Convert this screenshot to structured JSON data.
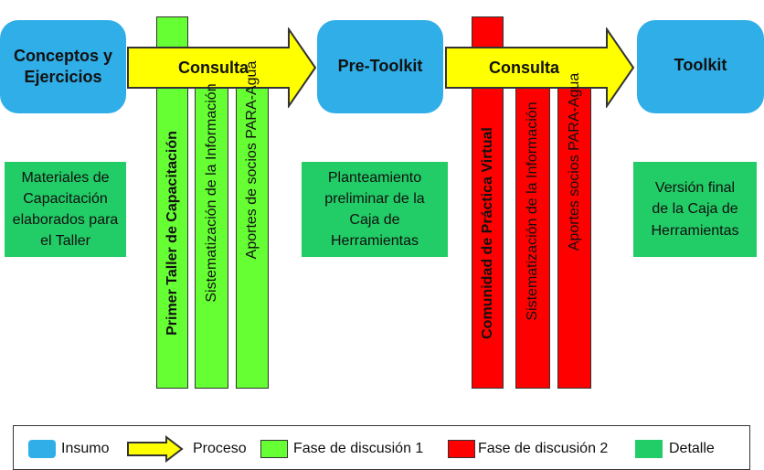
{
  "nodes": {
    "conceptos": "Conceptos y Ejercicios",
    "pretoolkit": "Pre-Toolkit",
    "toolkit": "Toolkit"
  },
  "arrows": {
    "consulta1": "Consulta",
    "consulta2": "Consulta"
  },
  "details": {
    "d1": "Materiales de Capacitación elaborados para el Taller",
    "d2": "Planteamiento preliminar de la Caja de Herramientas",
    "d3": "Versión final de la Caja de Herramientas"
  },
  "phase1": {
    "bar1": "Primer Taller de Capacitación",
    "bar2": "Sistematización de la Información",
    "bar3": "Aportes de socios PARA-Agua"
  },
  "phase2": {
    "bar1": "Comunidad de Práctica Virtual",
    "bar2": "Sistematización de la Información",
    "bar3": "Aportes socios PARA-Agua"
  },
  "legend": {
    "insumo": "Insumo",
    "proceso": "Proceso",
    "fase1": "Fase de discusión 1",
    "fase2": "Fase de discusión 2",
    "detalle": "Detalle"
  },
  "colors": {
    "insumo": "#2FAEE8",
    "proceso": "#FFFF00",
    "fase1": "#66FF33",
    "fase2": "#FF0000",
    "detalle": "#22CC66"
  }
}
